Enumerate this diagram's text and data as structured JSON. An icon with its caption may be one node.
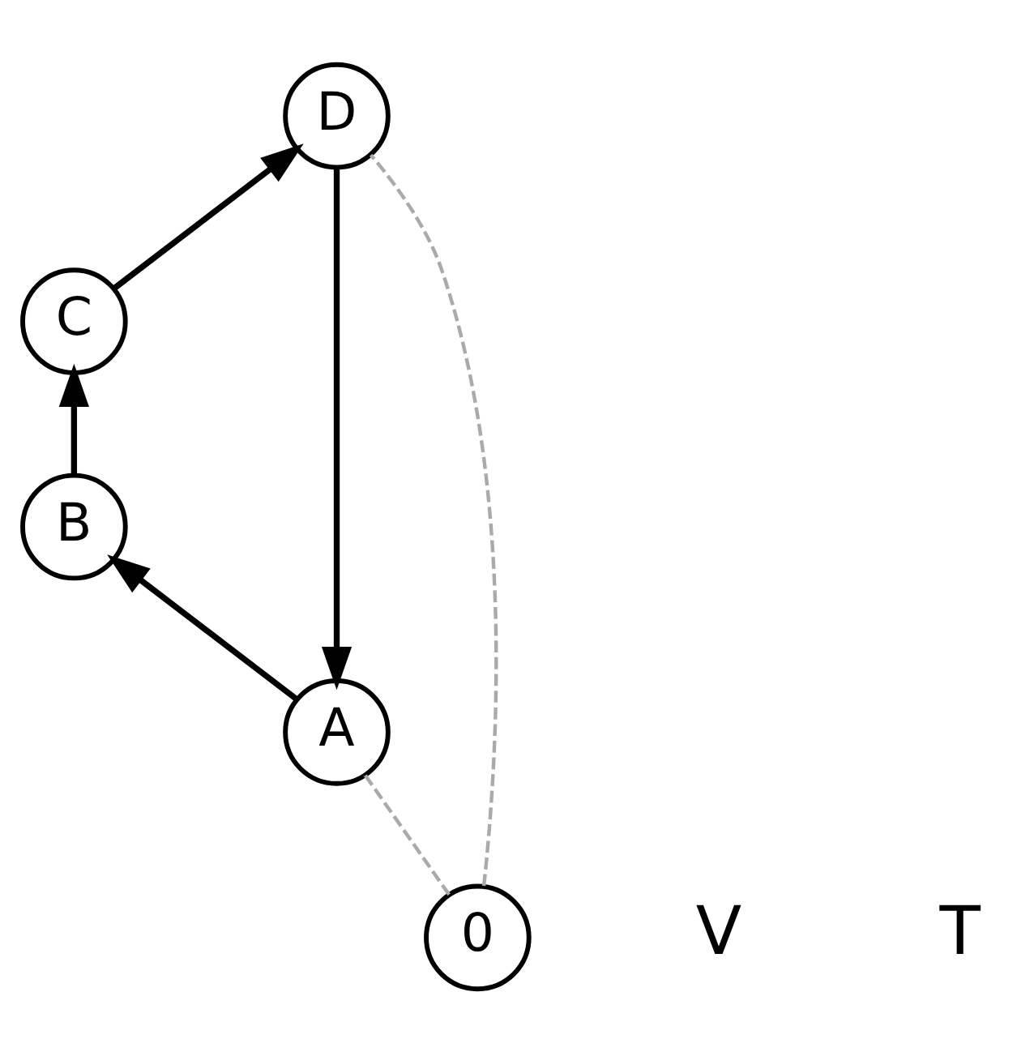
{
  "diagram": {
    "nodes": [
      {
        "text": [
          "0"
        ]
      },
      {
        "text": [
          "A"
        ]
      },
      {
        "text": [
          "B"
        ]
      },
      {
        "text": [
          "C"
        ]
      },
      {
        "text": [
          "D"
        ]
      }
    ],
    "edges": [
      {
        "from": 4,
        "to": 1,
        "arrow": "to"
      },
      {
        "from": 1,
        "to": 2,
        "arrow": "to"
      },
      {
        "from": 2,
        "to": 3,
        "arrow": "to"
      },
      {
        "from": 3,
        "to": 4,
        "arrow": "to"
      },
      {
        "from": 0,
        "to": 1,
        "arrow": "none",
        "style": "dashed",
        "color": "#aaaaaa"
      },
      {
        "from": 0,
        "to": 4,
        "arrow": "none",
        "style": "dashed",
        "color": "#aaaaaa"
      }
    ],
    "labels": [
      "V",
      "T"
    ]
  }
}
